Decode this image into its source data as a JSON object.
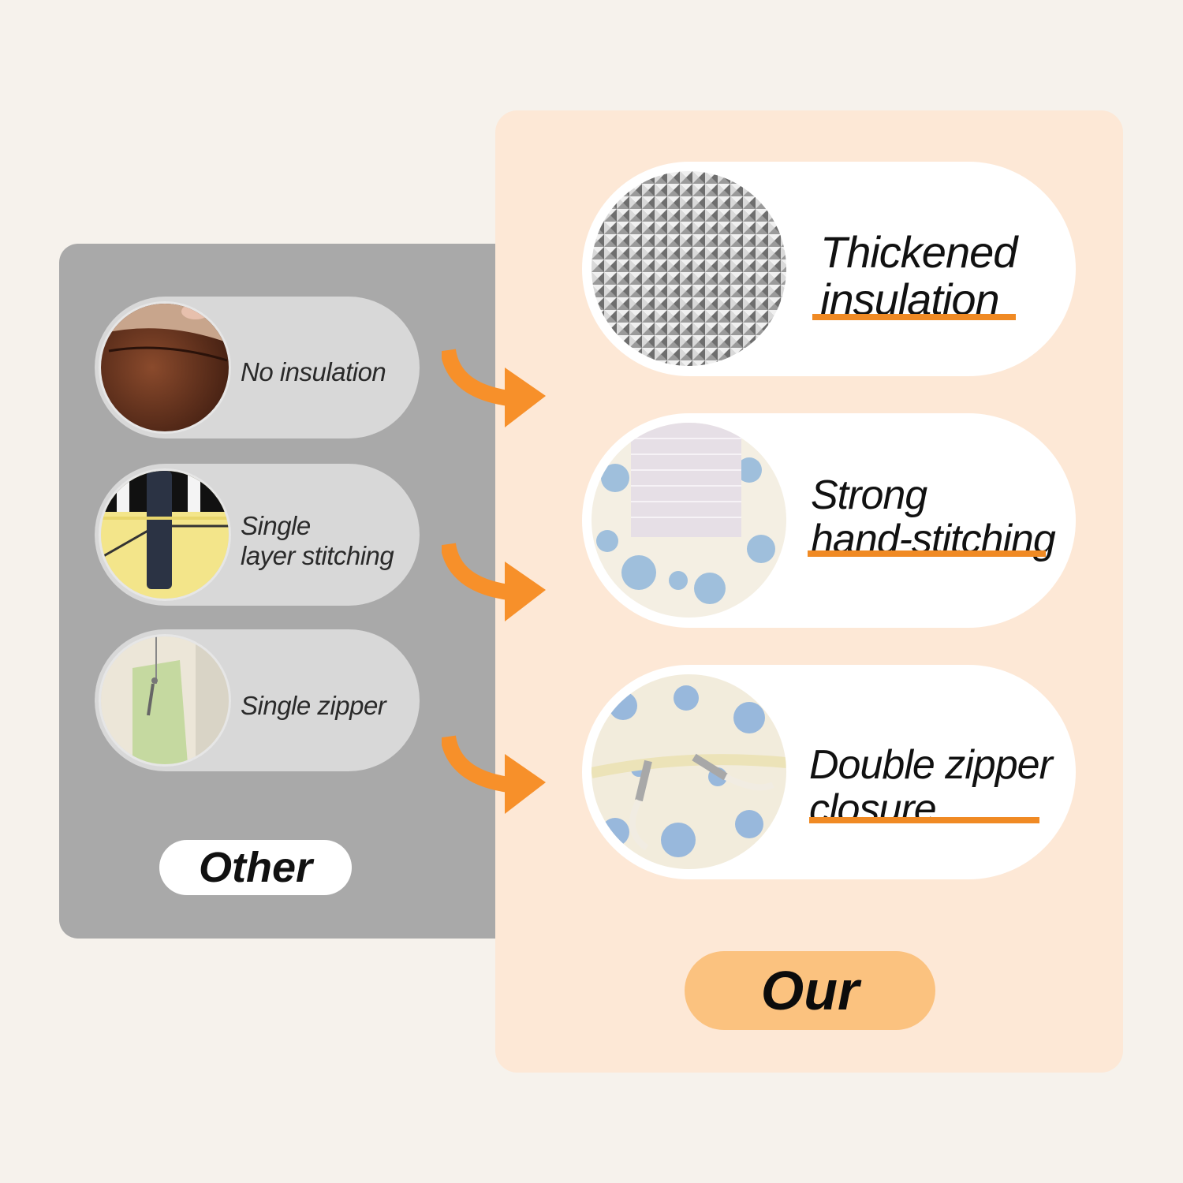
{
  "other": {
    "badge": "Other",
    "items": [
      {
        "label": "No insulation"
      },
      {
        "label_line1": "Single",
        "label_line2": "layer stitching"
      },
      {
        "label": "Single zipper"
      }
    ]
  },
  "our": {
    "badge": "Our",
    "items": [
      {
        "line1": "Thickened",
        "line2": "insulation"
      },
      {
        "line1": "Strong",
        "line2": "hand-stitching"
      },
      {
        "line1": "Double zipper",
        "line2": "closure"
      }
    ]
  },
  "colors": {
    "accent": "#f08a24",
    "our_panel": "#fde8d6",
    "other_panel": "#a9a9a9",
    "our_badge": "#fbc27f"
  }
}
